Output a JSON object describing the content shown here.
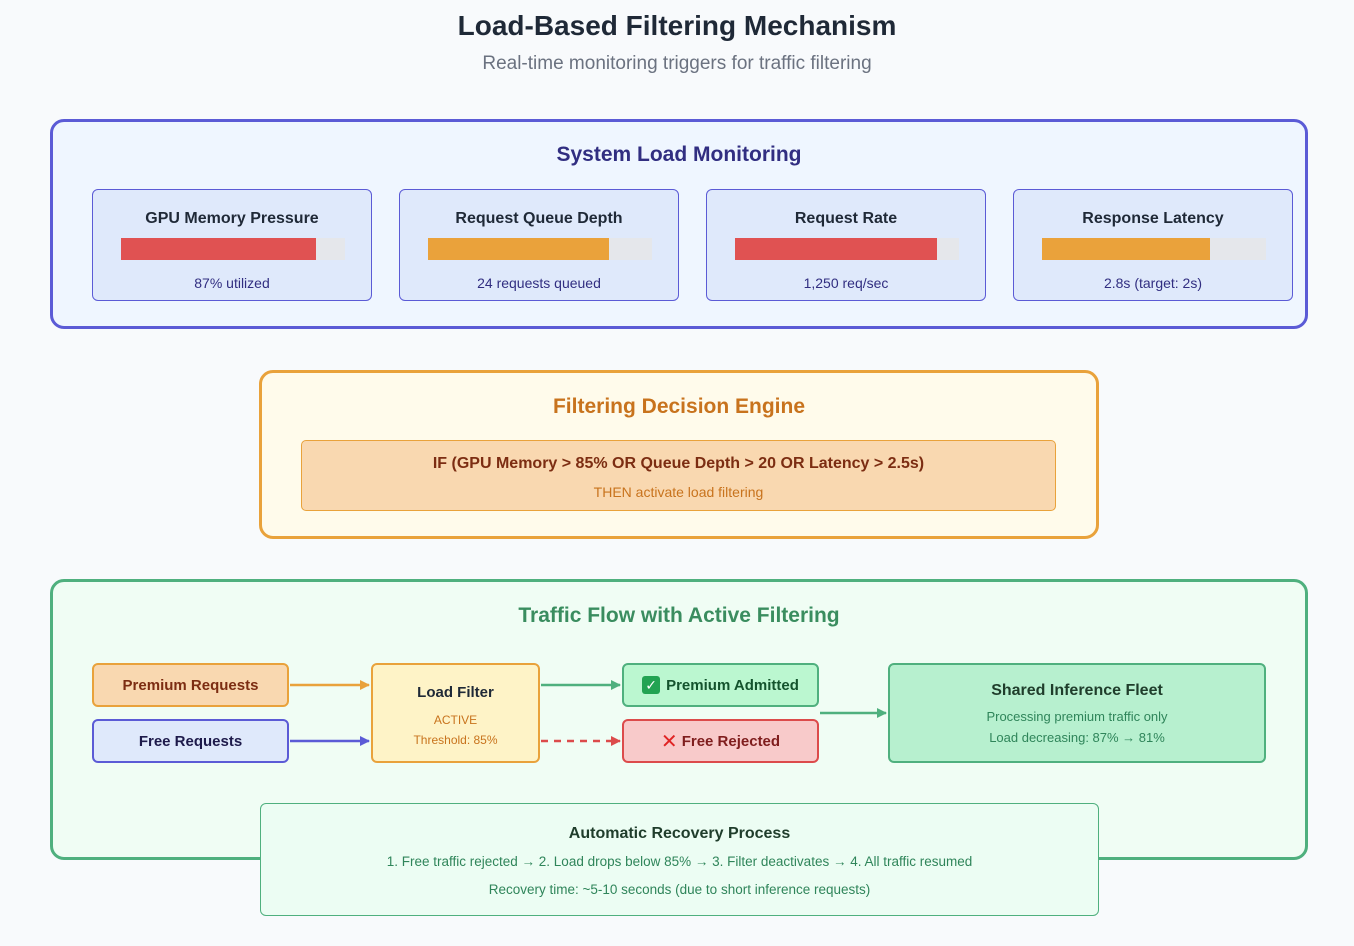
{
  "header": {
    "title": "Load-Based Filtering Mechanism",
    "subtitle": "Real-time monitoring triggers for traffic filtering"
  },
  "monitoring": {
    "title": "System Load Monitoring",
    "metrics": [
      {
        "label": "GPU Memory Pressure",
        "value_text": "87% utilized",
        "fill_fraction": 0.87,
        "color": "#e05252"
      },
      {
        "label": "Request Queue Depth",
        "value_text": "24 requests queued",
        "fill_fraction": 0.81,
        "color": "#eaa23b"
      },
      {
        "label": "Request Rate",
        "value_text": "1,250 req/sec",
        "fill_fraction": 0.9,
        "color": "#e05252"
      },
      {
        "label": "Response Latency",
        "value_text": "2.8s (target: 2s)",
        "fill_fraction": 0.75,
        "color": "#eaa23b"
      }
    ]
  },
  "engine": {
    "title": "Filtering Decision Engine",
    "condition": "IF (GPU Memory > 85% OR Queue Depth > 20 OR Latency > 2.5s)",
    "action": "THEN activate load filtering"
  },
  "flow": {
    "title": "Traffic Flow with Active Filtering",
    "premium_requests": "Premium Requests",
    "free_requests": "Free Requests",
    "filter": {
      "name": "Load Filter",
      "state": "ACTIVE",
      "threshold": "Threshold: 85%"
    },
    "premium_admitted": {
      "icon": "check-mark-icon",
      "label": "Premium Admitted"
    },
    "free_rejected": {
      "icon": "cross-mark-icon",
      "label": "Free Rejected"
    },
    "fleet": {
      "name": "Shared Inference Fleet",
      "line1": "Processing premium traffic only",
      "line2": "Load decreasing: 87% → 81%"
    }
  },
  "recovery": {
    "title": "Automatic Recovery Process",
    "steps": "1. Free traffic rejected → 2. Load drops below 85% → 3. Filter deactivates → 4. All traffic resumed",
    "time": "Recovery time: ~5-10 seconds (due to short inference requests)"
  },
  "colors": {
    "monitor_border": "#5b5bd6",
    "engine_border": "#e9a23b",
    "flow_border": "#4fb07e",
    "reject": "#dc4b4b"
  }
}
